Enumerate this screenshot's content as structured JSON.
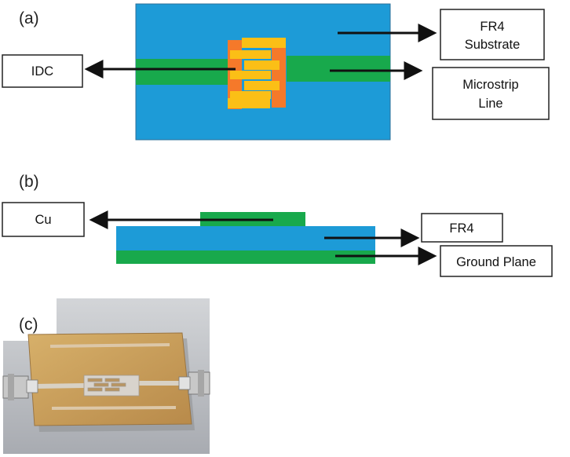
{
  "panels": [
    {
      "id": "a",
      "label": "(a)"
    },
    {
      "id": "b",
      "label": "(b)"
    },
    {
      "id": "c",
      "label": "(c)"
    }
  ],
  "labels": {
    "idc": "IDC",
    "fr4_substrate": [
      "FR4",
      "Substrate"
    ],
    "microstrip_line": [
      "Microstrip",
      "Line"
    ],
    "cu": "Cu",
    "fr4": "FR4",
    "ground_plane": "Ground Plane"
  },
  "colors": {
    "substrate_blue": "#1d9bd7",
    "copper_green": "#18a94c",
    "idc_orange": "#f5792a",
    "idc_yellow": "#fbbf16",
    "arrow": "#111111",
    "pcb_board": "#c69a59",
    "photo_background": "#b9bcc2",
    "connector_metal": "#c8c8c8"
  },
  "icons": {
    "photo": "pcb-photo-icon"
  }
}
